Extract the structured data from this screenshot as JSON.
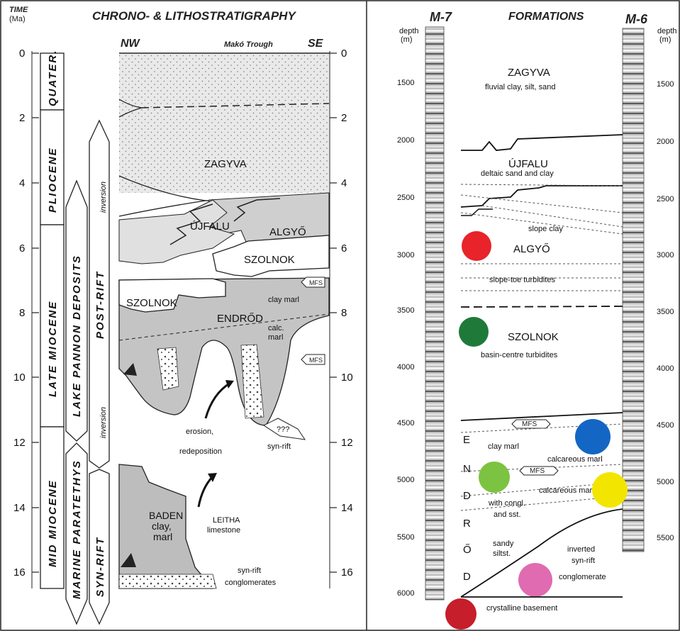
{
  "left": {
    "time_title": "TIME",
    "time_unit": "(Ma)",
    "title": "CHRONO- & LITHOSTRATIGRAPHY",
    "nw": "NW",
    "trough": "Makó Trough",
    "se": "SE",
    "ticks": [
      "0",
      "2",
      "4",
      "6",
      "8",
      "10",
      "12",
      "14",
      "16"
    ],
    "epochs": [
      "QUATER.",
      "PLIOCENE",
      "LATE MIOCENE",
      "MID MIOCENE"
    ],
    "basins": [
      "LAKE PANNON DEPOSITS",
      "MARINE PARATETHYS"
    ],
    "tectonics": [
      "POST-RIFT",
      "SYN-RIFT"
    ],
    "inversion": [
      "inversion",
      "inversion"
    ],
    "formations": {
      "zagyva": "ZAGYVA",
      "ujfalu": "ÚJFALU",
      "algyo": "ALGYŐ",
      "szolnok1": "SZOLNOK",
      "szolnok2": "SZOLNOK",
      "endrod": "ENDRŐD",
      "clay_marl": "clay marl",
      "calc_marl_1": "calc.",
      "calc_marl_2": "marl",
      "mfs1": "MFS",
      "mfs2": "MFS",
      "erosion_1": "erosion,",
      "erosion_2": "redeposition",
      "qqq": "???",
      "synrift": "syn-rift",
      "baden_1": "BADEN",
      "baden_2": "clay,",
      "baden_3": "marl",
      "leitha_1": "LEITHA",
      "leitha_2": "limestone",
      "conglom_1": "syn-rift",
      "conglom_2": "conglomerates"
    }
  },
  "right": {
    "well1": "M-7",
    "title": "FORMATIONS",
    "well2": "M-6",
    "depth_label": "depth",
    "depth_unit": "(m)",
    "depths_left": [
      "1500",
      "2000",
      "2500",
      "3000",
      "3500",
      "4000",
      "4500",
      "5000",
      "5500",
      "6000"
    ],
    "depths_right": [
      "1500",
      "2000",
      "2500",
      "3000",
      "3500",
      "4000",
      "4500",
      "5000",
      "5500"
    ],
    "zagyva": "ZAGYVA",
    "zagyva_desc": "fluvial clay, silt, sand",
    "ujfalu": "ÚJFALU",
    "ujfalu_desc": "deltaic sand and clay",
    "slope_clay": "slope clay",
    "algyo": "ALGYŐ",
    "slope_toe": "slope-toe turbidites",
    "szolnok": "SZOLNOK",
    "szolnok_desc": "basin-centre turbidites",
    "mfs1": "MFS",
    "mfs2": "MFS",
    "endrod_letters": [
      "E",
      "N",
      "D",
      "R",
      "Ő",
      "D"
    ],
    "clay_marl": "clay marl",
    "calc_marl_1": "calcareous marl",
    "calc_marl_2": "calcareous marl",
    "congl_1": "with congl.",
    "congl_2": "and sst.",
    "sandy_1": "sandy",
    "sandy_2": "siltst.",
    "inv_1": "inverted",
    "inv_2": "syn-rift",
    "inv_3": "conglomerate",
    "basement": "crystalline basement",
    "dot_colors": {
      "algyo": "#e8232a",
      "szolnok": "#1f7a3a",
      "blue": "#1466c4",
      "green": "#7cc341",
      "yellow": "#f2e600",
      "pink": "#e06bb0",
      "basement": "#c61e2a"
    }
  }
}
